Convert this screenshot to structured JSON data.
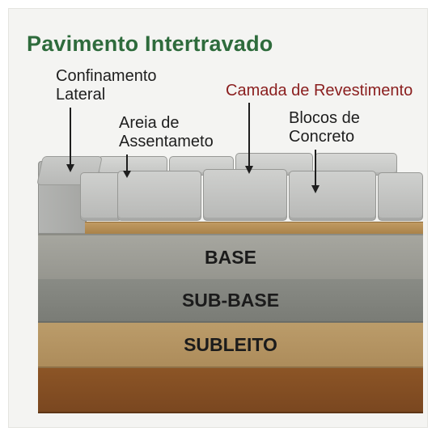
{
  "title": "Pavimento Intertravado",
  "labels": {
    "confinamento_line1": "Confinamento",
    "confinamento_line2": "Lateral",
    "areia_line1": "Areia de",
    "areia_line2": "Assentameto",
    "camada": "Camada de Revestimento",
    "blocos_line1": "Blocos de",
    "blocos_line2": "Concreto"
  },
  "layers": {
    "base": "BASE",
    "subbase": "SUB-BASE",
    "subleito": "SUBLEITO"
  },
  "colors": {
    "title": "#2e6b3c",
    "accent_label": "#8a1e1e",
    "base": "#9e9e97",
    "subbase": "#82847e",
    "subleito": "#b49463",
    "soil": "#834e23",
    "sand": "#b58e56",
    "blocks": "#c4c5c3"
  }
}
